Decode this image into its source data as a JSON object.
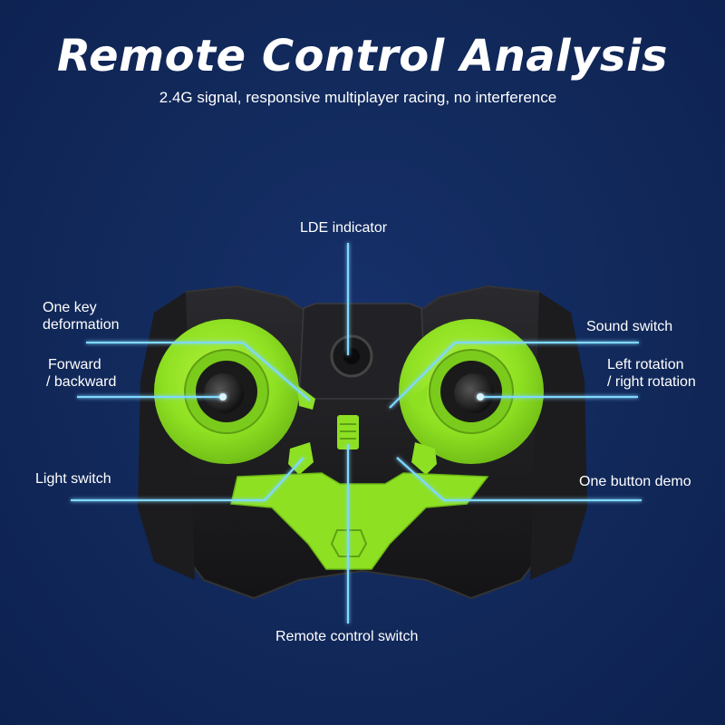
{
  "header": {
    "title": "Remote Control Analysis",
    "subtitle": "2.4G signal, responsive multiplayer racing, no interference"
  },
  "labels": {
    "lde_indicator": "LDE indicator",
    "one_key_deformation_1": "One key",
    "one_key_deformation_2": "deformation",
    "forward_backward_1": "Forward",
    "forward_backward_2": "/ backward",
    "light_switch": "Light switch",
    "sound_switch": "Sound switch",
    "left_right_rotation_1": "Left rotation",
    "left_right_rotation_2": "/ right rotation",
    "one_button_demo": "One button demo",
    "remote_control_switch": "Remote control switch"
  },
  "colors": {
    "background": "#122a5c",
    "body": "#1a1a1c",
    "accent_green": "#8ee022",
    "callout_line": "#7fd8ff"
  }
}
